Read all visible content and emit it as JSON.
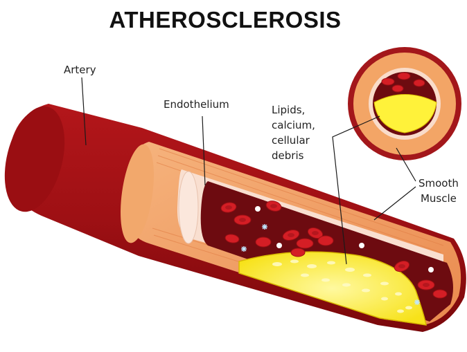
{
  "title": "ATHEROSCLEROSIS",
  "labels": {
    "artery": "Artery",
    "endothelium": "Endothelium",
    "lipids": [
      "Lipids,",
      "calcium,",
      "cellular",
      "debris"
    ],
    "smooth_muscle": [
      "Smooth",
      "Muscle"
    ]
  },
  "colors": {
    "artery_dark": "#8a0a0a",
    "artery_red": "#c0191b",
    "smooth_muscle_orange": "#f3a061",
    "endothelium_pale": "#f8dccd",
    "lumen_dark": "#6a0a0e",
    "blood_cell": "#d41e25",
    "plaque_yellow": "#fff23a"
  }
}
